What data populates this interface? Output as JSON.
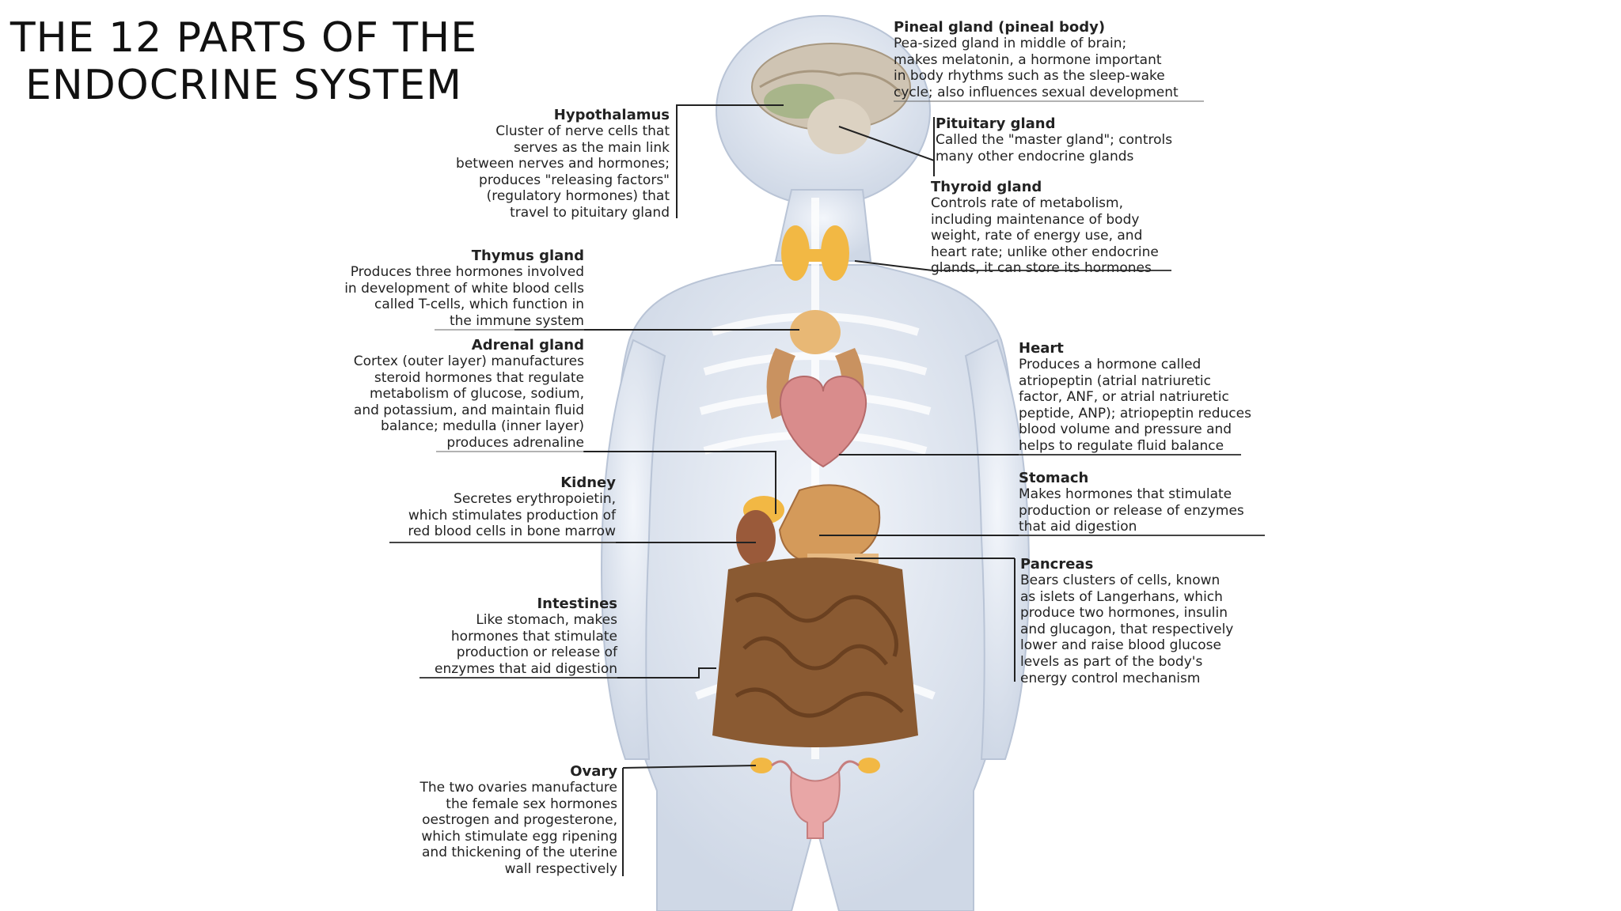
{
  "title": {
    "line1": "THE 12 PARTS OF THE",
    "line2": "ENDOCRINE SYSTEM"
  },
  "colors": {
    "body": "#e3e9f3",
    "skeleton": "#f4f7fb",
    "brain": "#cfc4b3",
    "hypothalamus": "#a8b58a",
    "thyroid": "#f2b844",
    "heart": "#d98c8c",
    "intestine": "#8a5a32",
    "stomach": "#d49a5a",
    "leader": "#222222"
  },
  "labels": {
    "pineal": {
      "heading": "Pineal gland (pineal body)",
      "text": "Pea-sized gland in middle of brain;\nmakes melatonin, a hormone important\nin body rhythms such as the sleep-wake\ncycle; also influences sexual development"
    },
    "hypothalamus": {
      "heading": "Hypothalamus",
      "text": "Cluster of nerve cells that\nserves as the main link\nbetween nerves and hormones;\nproduces \"releasing factors\"\n(regulatory hormones) that\ntravel to pituitary gland"
    },
    "pituitary": {
      "heading": "Pituitary gland",
      "text": "Called the \"master gland\"; controls\nmany other endocrine glands"
    },
    "thyroid": {
      "heading": "Thyroid gland",
      "text": "Controls rate of metabolism,\nincluding maintenance of body\nweight, rate of energy use, and\nheart rate; unlike other endocrine\nglands, it can store its hormones"
    },
    "thymus": {
      "heading": "Thymus gland",
      "text": "Produces three hormones involved\nin development of white blood cells\ncalled T-cells, which function in\nthe immune system"
    },
    "adrenal": {
      "heading": "Adrenal gland",
      "text": "Cortex (outer layer) manufactures\nsteroid hormones that regulate\nmetabolism of glucose, sodium,\nand potassium, and maintain fluid\nbalance; medulla (inner layer)\nproduces adrenaline"
    },
    "heart": {
      "heading": "Heart",
      "text": "Produces a hormone called\natriopeptin (atrial natriuretic\nfactor, ANF, or atrial natriuretic\npeptide, ANP); atriopeptin reduces\nblood volume and pressure and\nhelps to regulate fluid balance"
    },
    "kidney": {
      "heading": "Kidney",
      "text": "Secretes erythropoietin,\nwhich stimulates production of\nred blood cells in bone marrow"
    },
    "stomach": {
      "heading": "Stomach",
      "text": "Makes hormones that stimulate\nproduction or release of enzymes\nthat aid digestion"
    },
    "pancreas": {
      "heading": "Pancreas",
      "text": "Bears clusters of cells, known\nas islets of Langerhans, which\nproduce two hormones, insulin\nand glucagon, that respectively\nlower and raise blood glucose\nlevels as part of the body's\nenergy control mechanism"
    },
    "intestines": {
      "heading": "Intestines",
      "text": "Like stomach, makes\nhormones that stimulate\nproduction or release of\nenzymes that aid digestion"
    },
    "ovary": {
      "heading": "Ovary",
      "text": "The two ovaries manufacture\nthe female sex hormones\noestrogen and progesterone,\nwhich stimulate egg ripening\nand thickening of the uterine\nwall respectively"
    }
  }
}
